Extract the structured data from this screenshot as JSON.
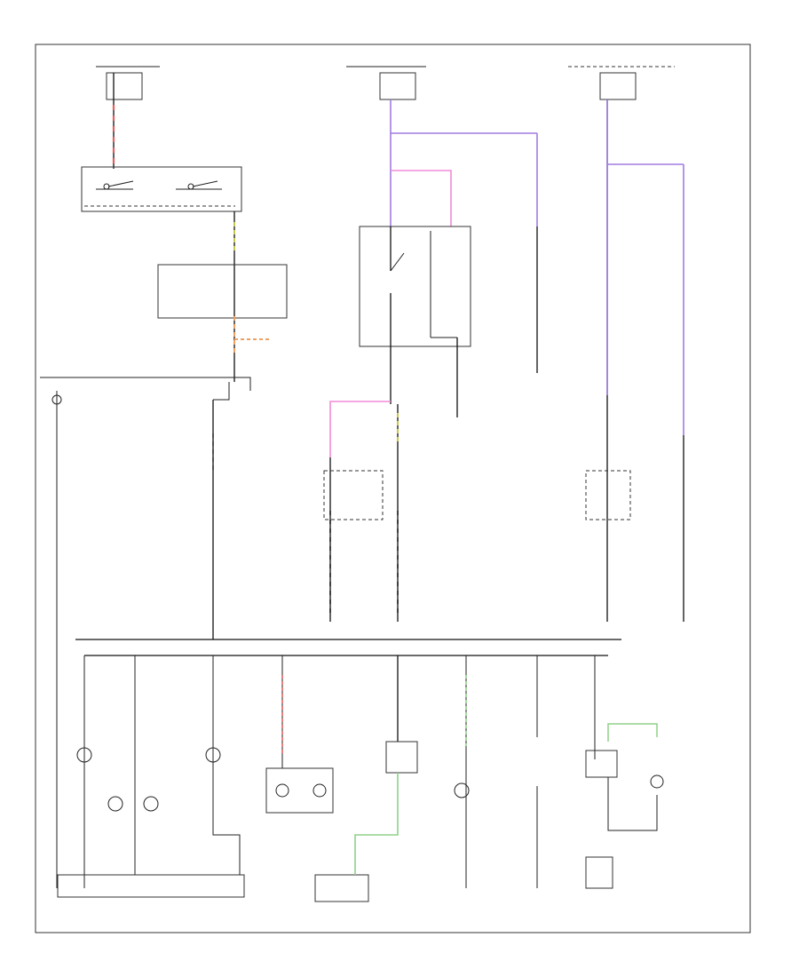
{
  "diagram": {
    "frame_label": "",
    "footer_labels": [
      "",
      "",
      ""
    ],
    "colors": {
      "violet": "#a07ce0",
      "pink": "#f08ad8",
      "red": "#e56060",
      "green": "#8fd08a",
      "orange": "#f0a060",
      "yellow_green": "#c8c850",
      "wire": "#111111"
    },
    "components": [
      "fuse-top-left",
      "light-switch",
      "fuse-under-switch",
      "connector-center",
      "front-left-lamps",
      "top-center-fuse",
      "top-right-fuse",
      "relay-switch-box",
      "left-side-markers",
      "right-side-markers",
      "bottom-lamp-bank",
      "ground-connectors"
    ]
  }
}
